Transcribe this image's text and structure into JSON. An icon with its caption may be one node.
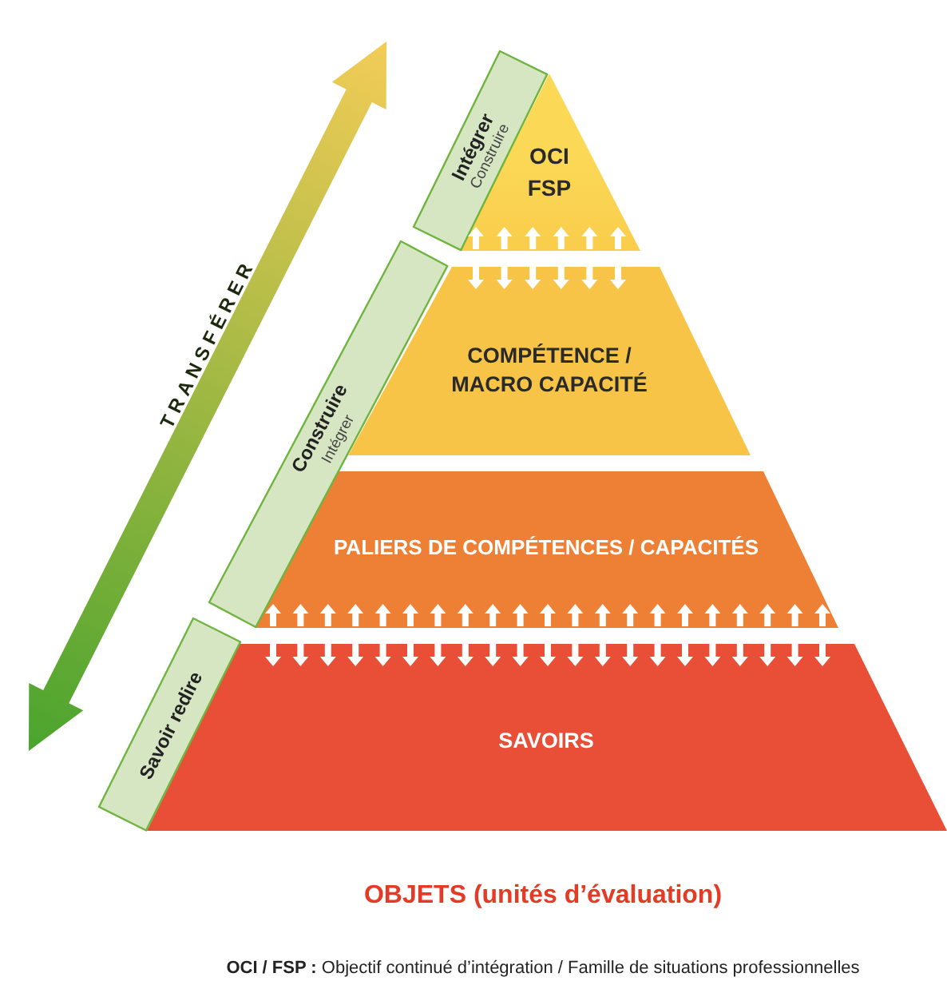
{
  "diagram": {
    "nodes": [
      {
        "text": [
          "OCI",
          "FSP"
        ]
      },
      {
        "text": [
          "COMPÉTENCE / MACRO CAPACITÉ"
        ]
      },
      {
        "text": [
          "PALIERS DE COMPÉTENCES / CAPACITÉS"
        ]
      },
      {
        "text": [
          "SAVOIRS"
        ]
      },
      {
        "text": [
          "Intégrer",
          "Construire"
        ]
      },
      {
        "text": [
          "Construire",
          "Intégrer"
        ]
      },
      {
        "text": [
          "Savoir redire"
        ]
      }
    ],
    "edges": [],
    "labels": [
      "TRANSFÉRER",
      "OBJETS (unités d’évaluation)",
      "**OCI / FSP :** Objectif continué d’intégration / Famille de situations professionnelles"
    ]
  }
}
